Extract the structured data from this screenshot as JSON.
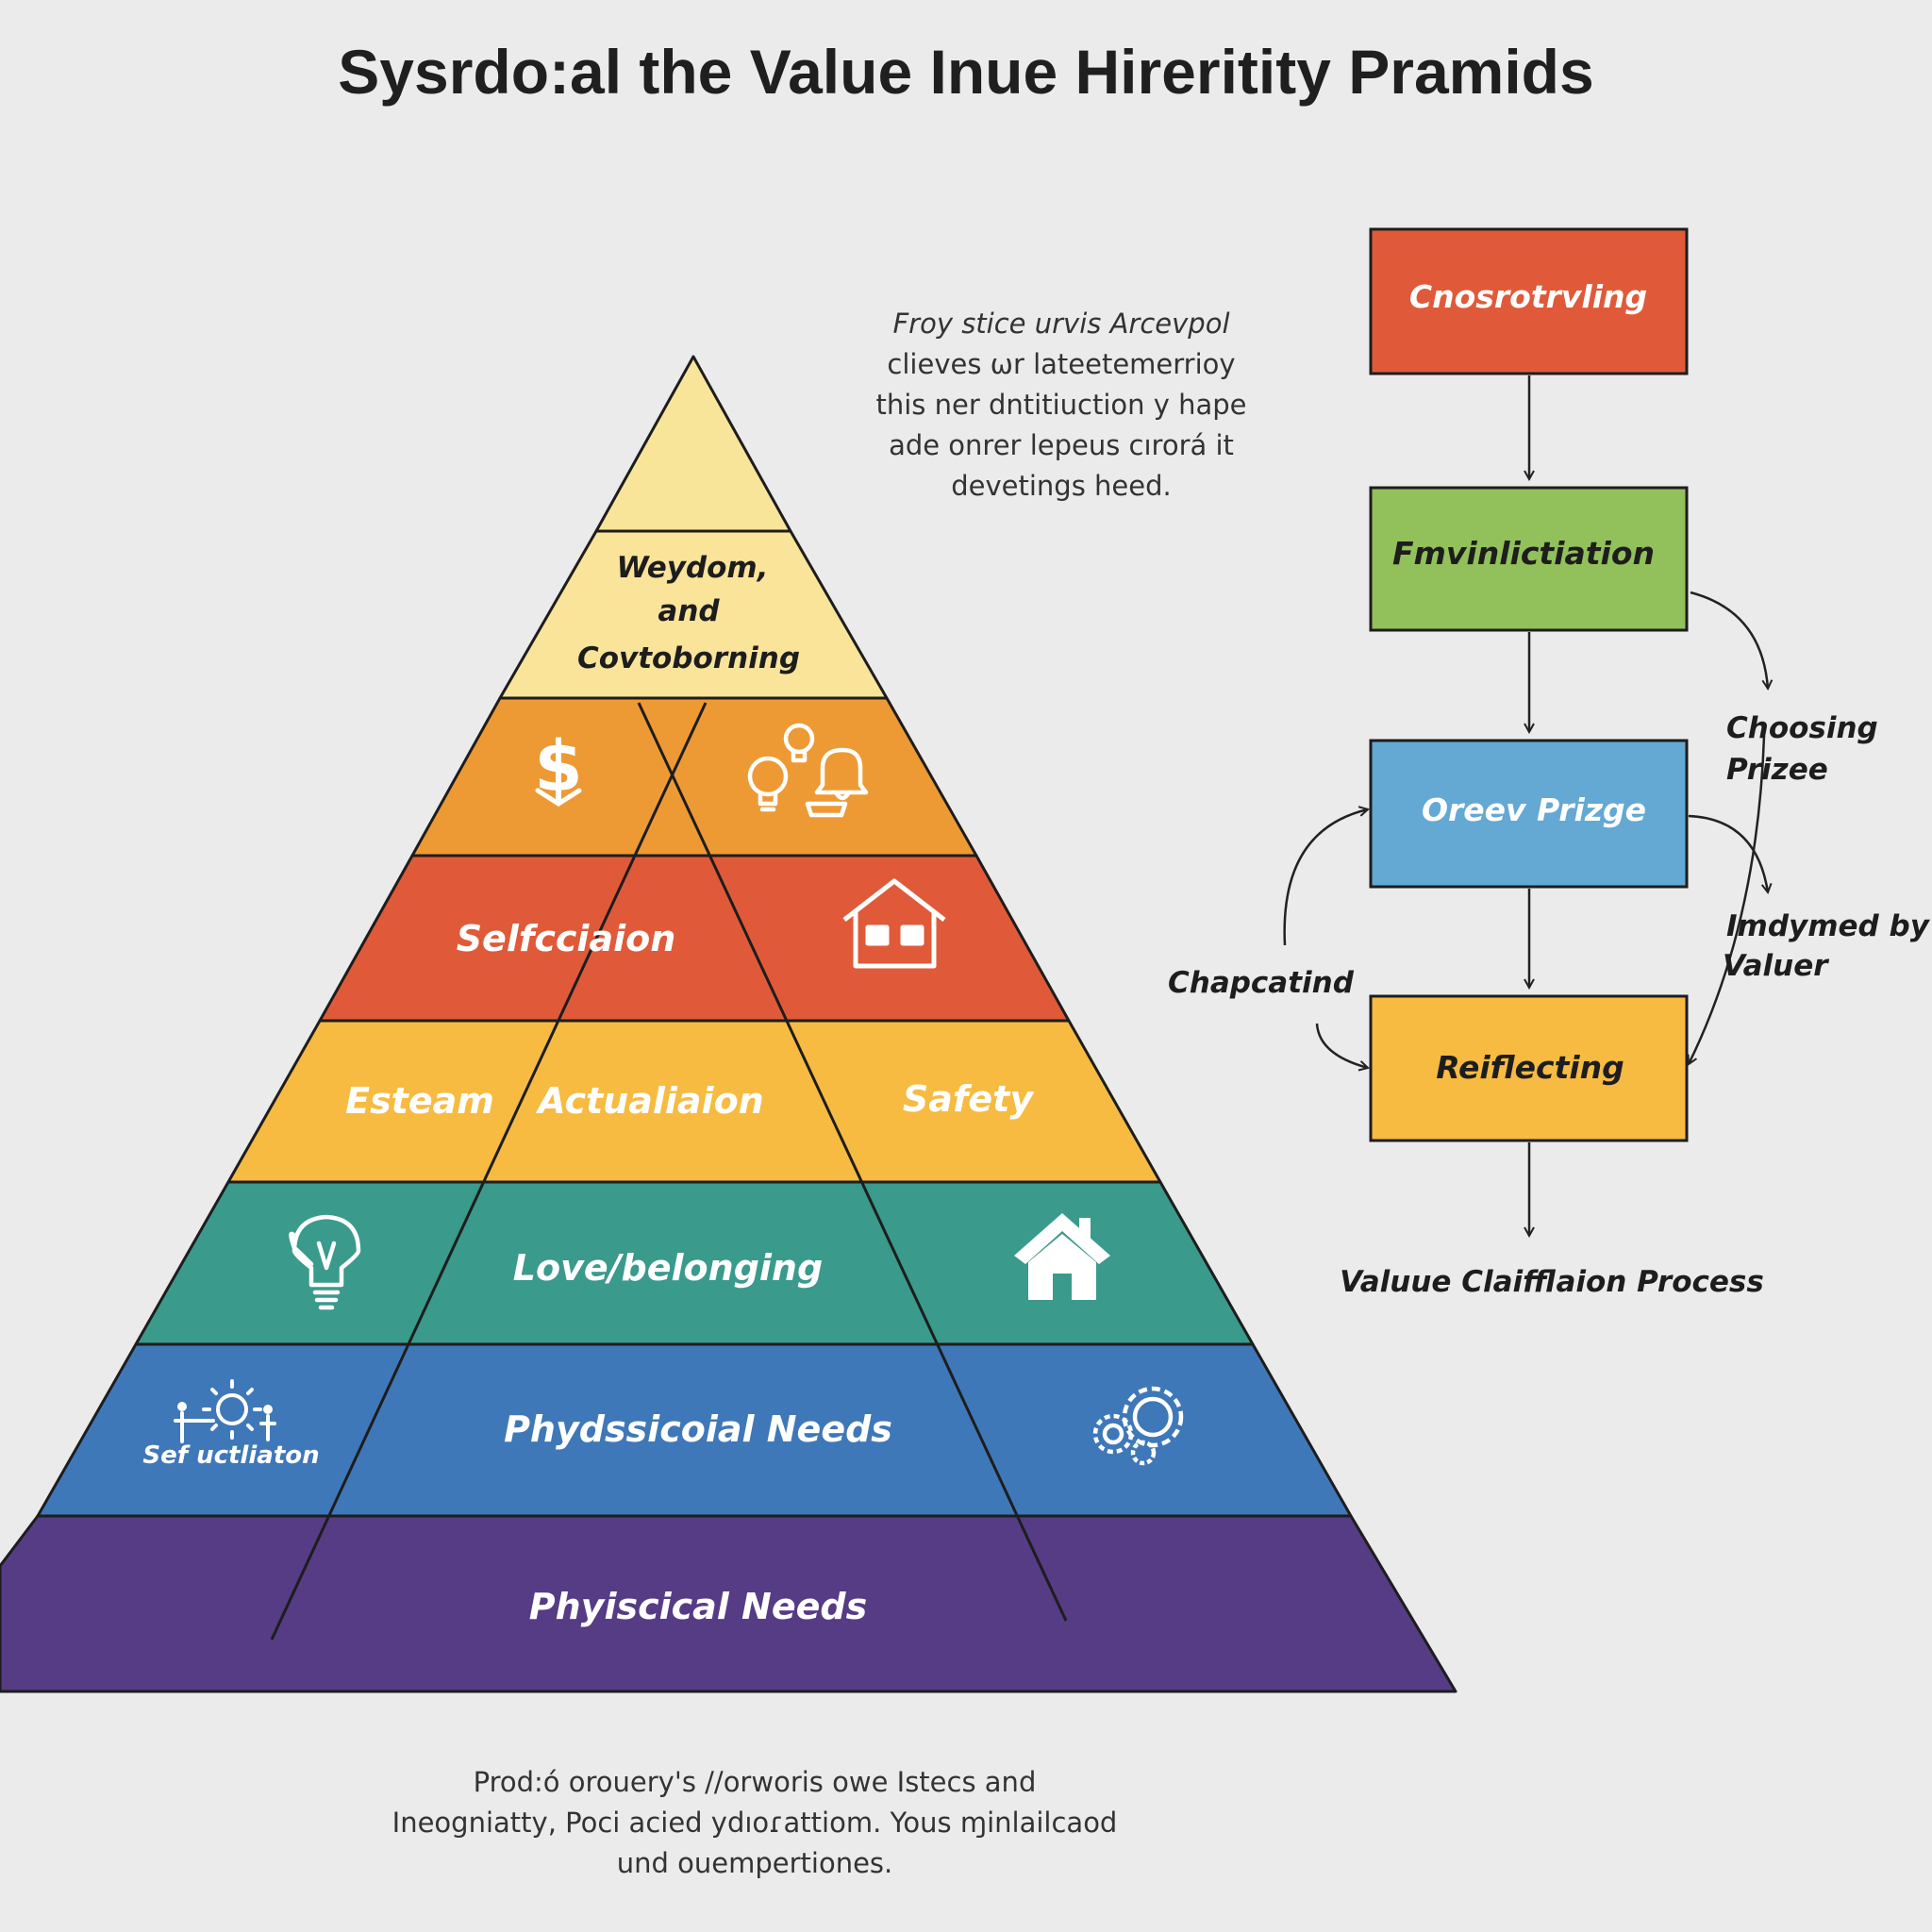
{
  "title": "Sysrdo:al the Value Inue Hireritity Pramids",
  "caption": [
    "Froy stice urvis Arcevpol",
    "clieves ωr lateetemerrioy",
    "this ner dntitiuction y hape",
    "ade onrer lepeus cırorá it",
    "devetings heed."
  ],
  "footer": [
    "Prod:ó orouery's //orworis owe Istecs and",
    "Ineogniatty, Poci acied ydıoɾattiom. Yous ɱinlailcaod",
    "und ouempertiones."
  ],
  "colors": {
    "tier1": "#f9e59a",
    "tier2": "#f9e49a",
    "tier3": "#ee9a34",
    "tier4": "#e05a3a",
    "tier5": "#f7bb42",
    "tier6": "#3a9a8c",
    "tier7": "#3f78b8",
    "tier8": "#553c85",
    "box_red": "#e05a3a",
    "box_green": "#92c05a",
    "box_blue": "#64a8d4",
    "box_yellow": "#f7bb42"
  },
  "pyramid": {
    "tier2_text": [
      "Weydom,",
      "and",
      "Covtoborning"
    ],
    "tier3_icons": [
      "dollar-icon",
      "lightbulb-icon",
      "bell-icon"
    ],
    "tier4_label": "Selfcciaion",
    "tier4_icon": "house-outline-icon",
    "tier5_labels": [
      "Esteam",
      "Actualiaion",
      "Safety"
    ],
    "tier6_label": "Love/belonging",
    "tier6_icons": [
      "lightbulb-icon",
      "house-icon"
    ],
    "tier7_label": "Phydssicoial Needs",
    "tier7_left_label": "Sef uctliaton",
    "tier7_icons": [
      "sun-figures-icon",
      "gears-icon"
    ],
    "tier8_label": "Phyiscical Needs"
  },
  "flow": {
    "boxes": [
      "Cnosrotrvling",
      "Fmvinlictiation",
      "Oreev Prizge",
      "Reiflecting"
    ],
    "side_labels": {
      "choosing": [
        "Choosing",
        "Prizee"
      ],
      "imdymed": [
        "Imdymed by",
        "Valuer"
      ],
      "chapcatind": "Chapcatind"
    },
    "caption": "Valuue Claifflaion Process"
  }
}
